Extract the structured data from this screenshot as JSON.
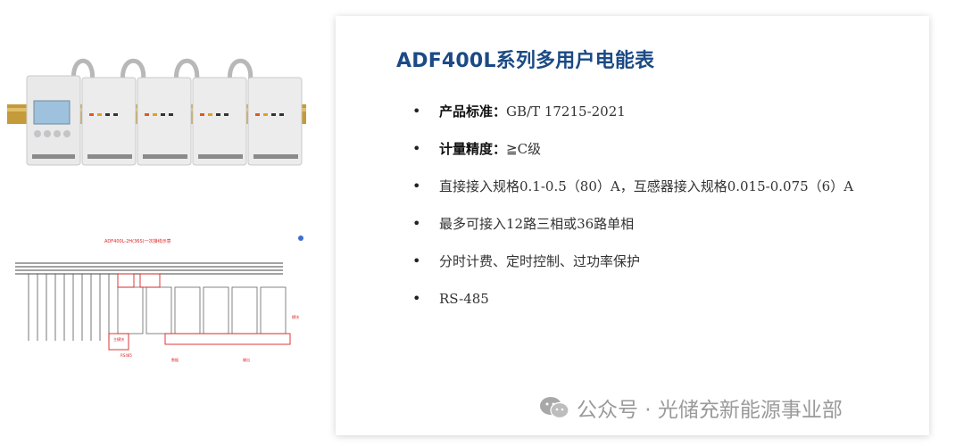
{
  "card": {
    "title": "ADF400L系列多用户电能表",
    "bullets": [
      {
        "label": "产品标准：",
        "text": "GB/T 17215-2021"
      },
      {
        "label": "计量精度：",
        "text": "≧C级"
      },
      {
        "label": "",
        "text": "直接接入规格0.1-0.5（80）A，互感器接入规格0.015-0.075（6）A"
      },
      {
        "label": "",
        "text": "最多可接入12路三相或36路单相"
      },
      {
        "label": "",
        "text": "分时计费、定时控制、过功率保护"
      },
      {
        "label": "",
        "text": "RS-485"
      }
    ]
  },
  "diagram": {
    "title": "ADF400L-2H(36S)一次接线示意",
    "labels": [
      "主模块",
      "RS485",
      "数据",
      "输出",
      "模块"
    ]
  },
  "watermark": {
    "text": "公众号 · 光储充新能源事业部",
    "icon": "wechat-icon"
  }
}
